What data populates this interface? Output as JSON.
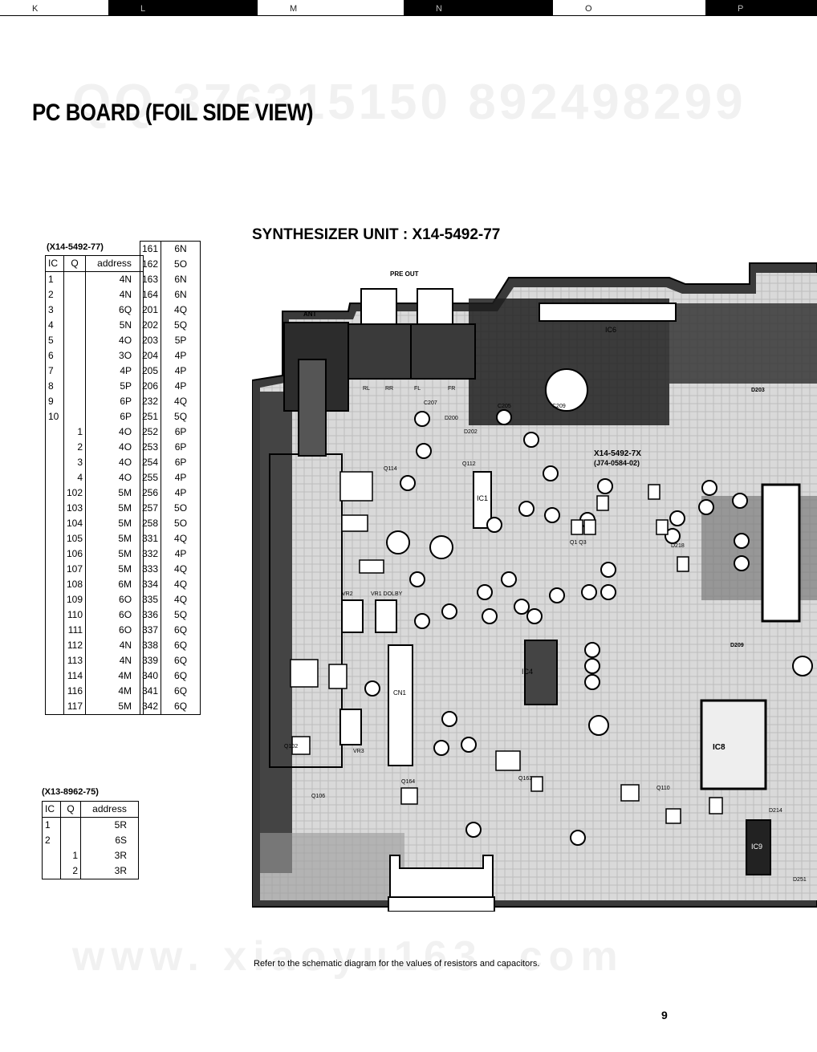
{
  "ruler": [
    "K",
    "L",
    "M",
    "N",
    "O",
    "P"
  ],
  "watermark_top": "QQ 376315150   892498299",
  "watermark_bottom": "www. xiaoyu163 .com",
  "page_title": "PC BOARD (FOIL SIDE VIEW)",
  "unit_title": "SYNTHESIZER UNIT : X14-5492-77",
  "table1": {
    "caption": "(X14-5492-77)",
    "headers": [
      "IC",
      "Q",
      "address"
    ],
    "rows": [
      [
        "1",
        "",
        "4N"
      ],
      [
        "2",
        "",
        "4N"
      ],
      [
        "3",
        "",
        "6Q"
      ],
      [
        "4",
        "",
        "5N"
      ],
      [
        "5",
        "",
        "4O"
      ],
      [
        "6",
        "",
        "3O"
      ],
      [
        "7",
        "",
        "4P"
      ],
      [
        "8",
        "",
        "5P"
      ],
      [
        "9",
        "",
        "6P"
      ],
      [
        "10",
        "",
        "6P"
      ],
      [
        "",
        "1",
        "4O"
      ],
      [
        "",
        "2",
        "4O"
      ],
      [
        "",
        "3",
        "4O"
      ],
      [
        "",
        "4",
        "4O"
      ],
      [
        "",
        "102",
        "5M"
      ],
      [
        "",
        "103",
        "5M"
      ],
      [
        "",
        "104",
        "5M"
      ],
      [
        "",
        "105",
        "5M"
      ],
      [
        "",
        "106",
        "5M"
      ],
      [
        "",
        "107",
        "5M"
      ],
      [
        "",
        "108",
        "6M"
      ],
      [
        "",
        "109",
        "6O"
      ],
      [
        "",
        "110",
        "6O"
      ],
      [
        "",
        "111",
        "6O"
      ],
      [
        "",
        "112",
        "4N"
      ],
      [
        "",
        "113",
        "4N"
      ],
      [
        "",
        "114",
        "4M"
      ],
      [
        "",
        "116",
        "4M"
      ],
      [
        "",
        "117",
        "5M"
      ]
    ]
  },
  "table2": {
    "rows": [
      [
        "161",
        "6N"
      ],
      [
        "162",
        "5O"
      ],
      [
        "163",
        "6N"
      ],
      [
        "164",
        "6N"
      ],
      [
        "201",
        "4Q"
      ],
      [
        "202",
        "5Q"
      ],
      [
        "203",
        "5P"
      ],
      [
        "204",
        "4P"
      ],
      [
        "205",
        "4P"
      ],
      [
        "206",
        "4P"
      ],
      [
        "232",
        "4Q"
      ],
      [
        "251",
        "5Q"
      ],
      [
        "252",
        "6P"
      ],
      [
        "253",
        "6P"
      ],
      [
        "254",
        "6P"
      ],
      [
        "255",
        "4P"
      ],
      [
        "256",
        "4P"
      ],
      [
        "257",
        "5O"
      ],
      [
        "258",
        "5O"
      ],
      [
        "331",
        "4Q"
      ],
      [
        "332",
        "4P"
      ],
      [
        "333",
        "4Q"
      ],
      [
        "334",
        "4Q"
      ],
      [
        "335",
        "4Q"
      ],
      [
        "336",
        "5Q"
      ],
      [
        "337",
        "6Q"
      ],
      [
        "338",
        "6Q"
      ],
      [
        "339",
        "6Q"
      ],
      [
        "340",
        "6Q"
      ],
      [
        "341",
        "6Q"
      ],
      [
        "342",
        "6Q"
      ]
    ]
  },
  "table3": {
    "caption": "(X13-8962-75)",
    "headers": [
      "IC",
      "Q",
      "address"
    ],
    "rows": [
      [
        "1",
        "",
        "5R"
      ],
      [
        "2",
        "",
        "6S"
      ],
      [
        "",
        "1",
        "3R"
      ],
      [
        "",
        "2",
        "3R"
      ]
    ]
  },
  "board": {
    "labels": {
      "pre_out": "PRE OUT",
      "ant": "ANT",
      "part_no": "X14-5492-7X",
      "part_no2": "(J74-0584-02)",
      "ic6": "IC6",
      "ic1": "IC1",
      "ic4": "IC4",
      "ic8": "IC8",
      "ic9": "IC9",
      "vr2": "VR2",
      "vr1": "VR1 DOLBY",
      "vr3": "VR3",
      "cn1": "CN1",
      "d200": "D200",
      "d202": "D202",
      "d203": "D203",
      "d218": "D218",
      "d209": "D209",
      "d214": "D214",
      "d251": "D251",
      "q1q3": "Q1  Q3",
      "q112": "Q112",
      "q114": "Q114",
      "q163": "Q163",
      "q164": "Q164",
      "q110": "Q110",
      "q106": "Q106",
      "q102": "Q102",
      "c209": "C209",
      "c205": "C205",
      "c207": "C207",
      "rl": "RL",
      "rr": "RR",
      "fl": "FL",
      "fr": "FR"
    }
  },
  "footnote": "Refer to the schematic diagram for the values of resistors and capacitors.",
  "page_number": "9"
}
